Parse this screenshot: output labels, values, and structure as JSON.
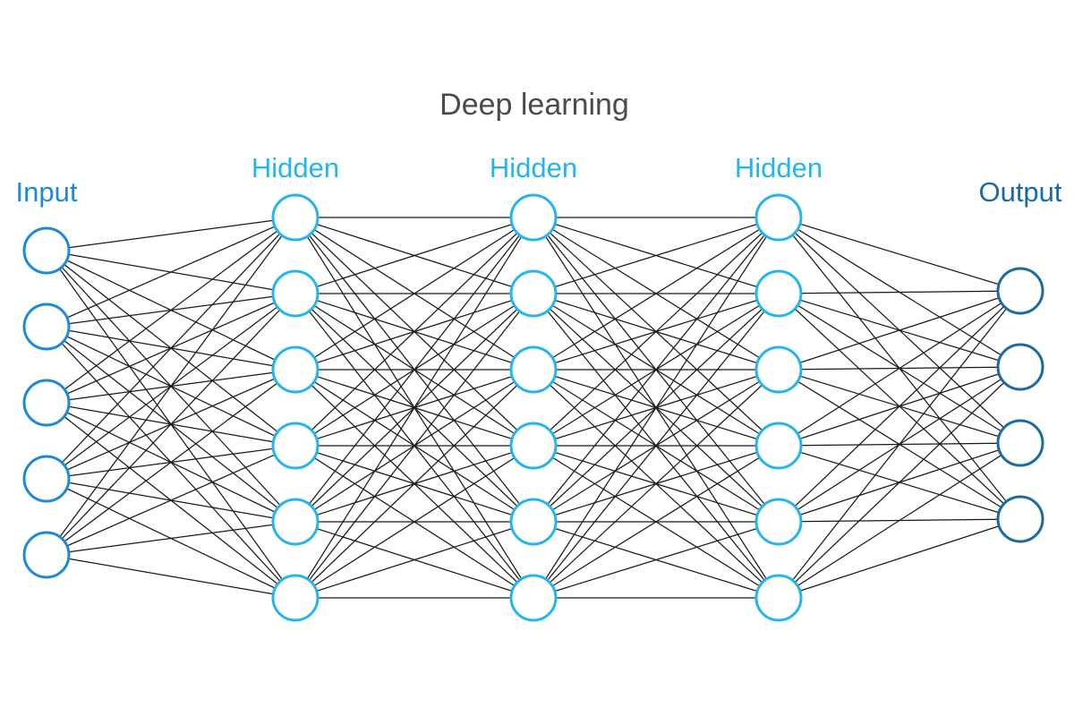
{
  "title": "Deep learning",
  "colors": {
    "title": "#4a4a4a",
    "input": "#1c8ad8",
    "hidden": "#25b5ee",
    "output": "#1a6aa6",
    "edge": "#1a1a1a"
  },
  "layers": [
    {
      "label": "Input",
      "role": "input",
      "node_count": 5
    },
    {
      "label": "Hidden",
      "role": "hidden",
      "node_count": 6
    },
    {
      "label": "Hidden",
      "role": "hidden",
      "node_count": 6
    },
    {
      "label": "Hidden",
      "role": "hidden",
      "node_count": 6
    },
    {
      "label": "Output",
      "role": "output",
      "node_count": 4
    }
  ],
  "connectivity": "fully-connected"
}
